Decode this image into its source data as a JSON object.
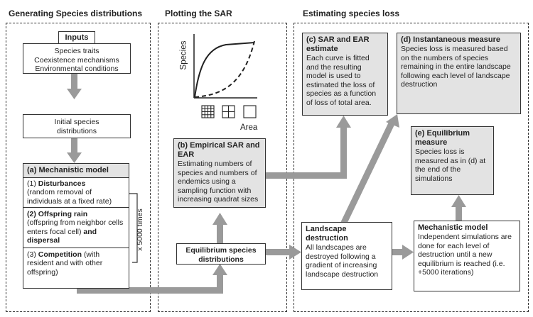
{
  "sections": {
    "generating": "Generating Species distributions",
    "plotting": "Plotting the SAR",
    "estimating": "Estimating species loss"
  },
  "inputs": {
    "label": "Inputs",
    "lines": [
      "Species traits",
      "Coexistence mechanisms",
      "Environmental conditions"
    ]
  },
  "initial": {
    "lines": [
      "Initial species",
      "distributions"
    ]
  },
  "mechanistic": {
    "title": "(a) Mechanistic model",
    "disturbances": {
      "num": "(1)",
      "title": "Disturbances",
      "text": "(random removal of individuals at a fixed rate)"
    },
    "offspring": {
      "num": "(2)",
      "title": "Offspring rain",
      "text": "(offspring from neighbor cells enters focal cell)",
      "tail": "and dispersal"
    },
    "competition": {
      "num": "(3)",
      "title": "Competition",
      "text": "(with resident and with other offspring)"
    },
    "loop_label": "x 5000 times"
  },
  "sar_plot": {
    "ylabel": "Species",
    "xlabel": "Area"
  },
  "empirical": {
    "title": "(b) Empirical SAR and EAR",
    "text": "Estimating numbers of species and numbers of endemics  using a sampling function with increasing quadrat sizes"
  },
  "equilibrium_dist": {
    "lines": [
      "Equilibrium species",
      "distributions"
    ]
  },
  "sar_ear": {
    "title": "(c) SAR and EAR estimate",
    "text": "Each curve is fitted and the resulting model is used to estimated the loss of species as a function of loss of total area."
  },
  "instantaneous": {
    "title": "(d) Instantaneous measure",
    "text": "Species loss is measured based on the numbers of species remaining in the entire landscape following each level of landscape destruction"
  },
  "equilibrium_measure": {
    "title": "(e) Equilibrium measure",
    "text": "Species loss is measured as in (d) at the end of the simulations"
  },
  "landscape": {
    "title": "Landscape destruction",
    "text": "All landscapes are destroyed following a gradient of increasing landscape destruction"
  },
  "mech2": {
    "title": "Mechanistic model",
    "text": "Independent simulations are done for each level  of destruction until a new equilibrium is reached (i.e. +5000 iterations)"
  }
}
